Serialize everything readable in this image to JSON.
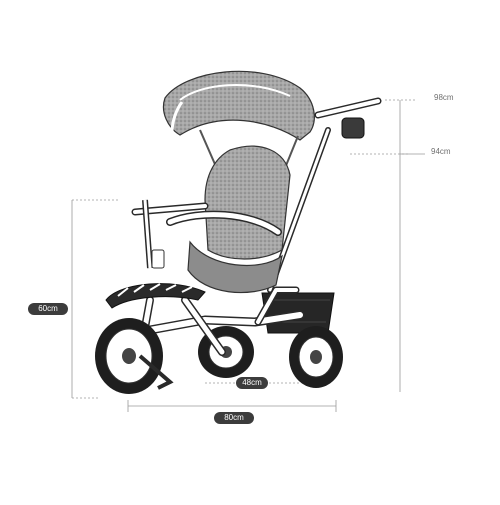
{
  "dimensions": {
    "total_height": "98cm",
    "handle_height": "94cm",
    "seat_height": "60cm",
    "wheelbase_length": "80cm",
    "rear_width": "48cm"
  },
  "colors": {
    "frame": "#ffffff",
    "outline": "#2a2a2a",
    "tire": "#1e1e1e",
    "canopy": "#9a9a9a",
    "badge": "#3c3c3c",
    "guide": "#9a9a9a"
  }
}
